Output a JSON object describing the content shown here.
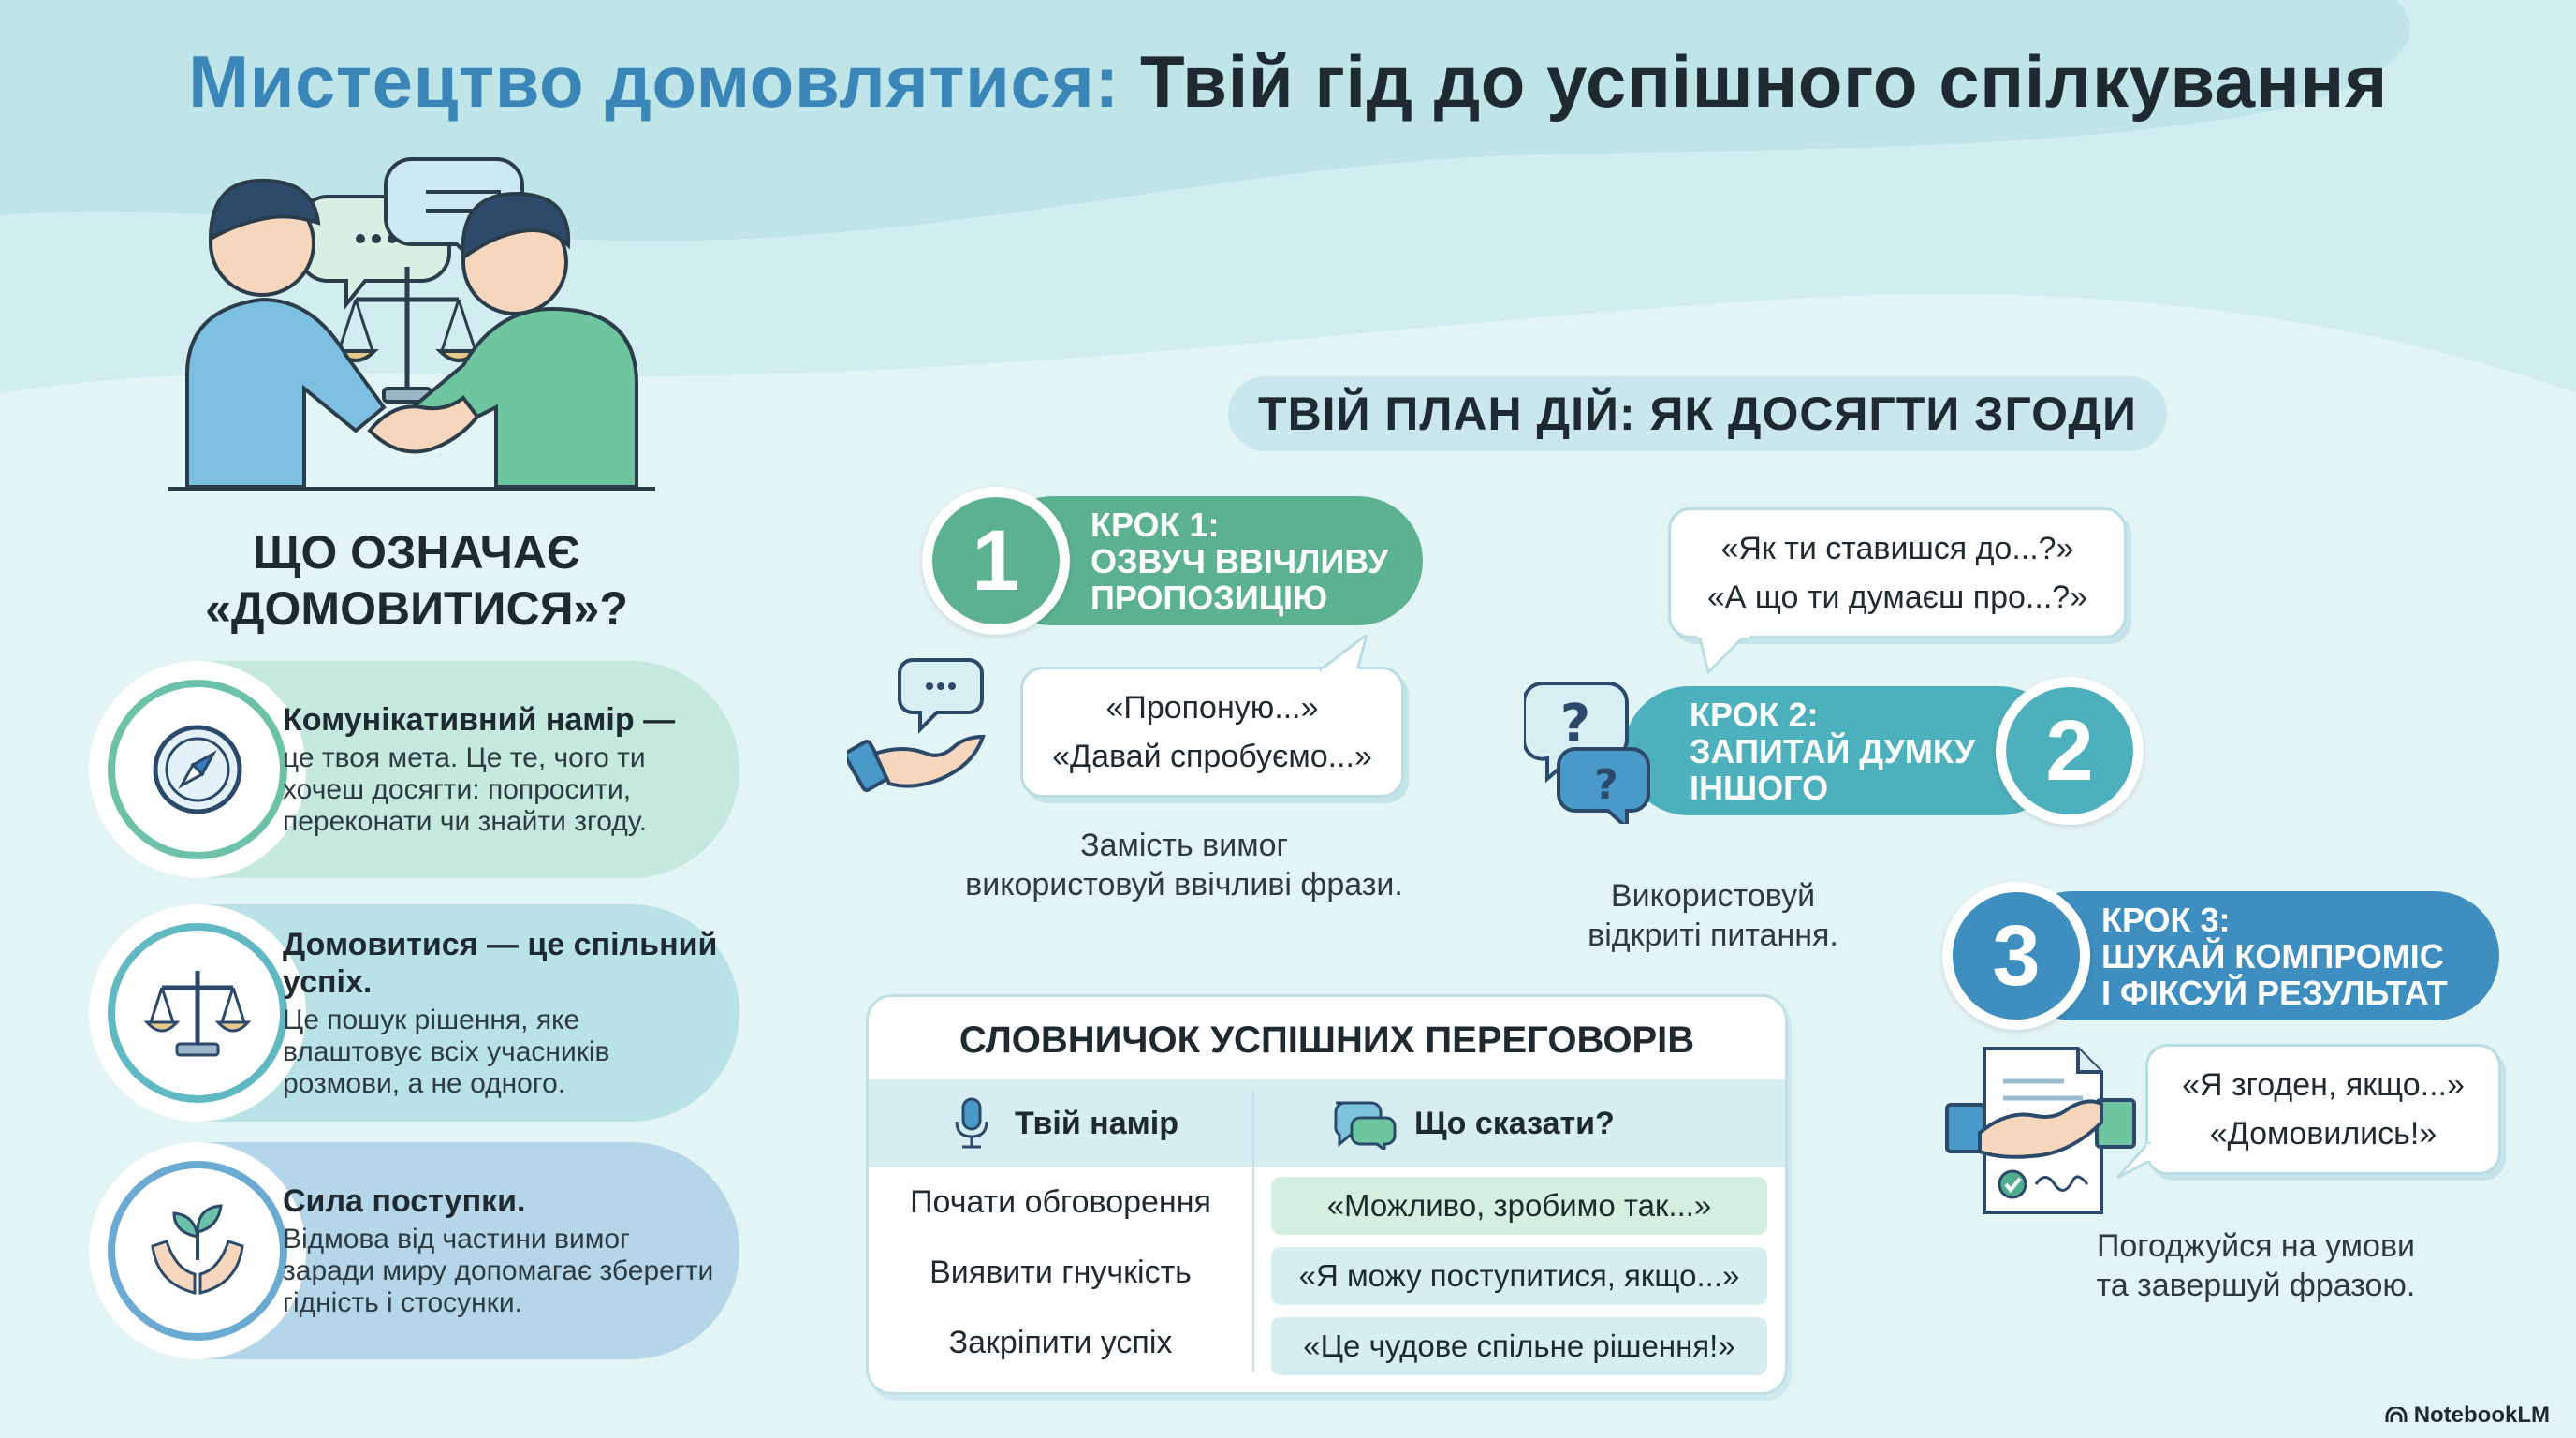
{
  "title": {
    "accent": "Мистецтво домовлятися:",
    "rest": "Твій гід до успішного спілкування"
  },
  "definition": {
    "heading_line1": "ЩО ОЗНАЧАЄ",
    "heading_line2": "«ДОМОВИТИСЯ»?",
    "cards": [
      {
        "title": "Комунікативний намір —",
        "text": "це твоя мета. Це те, чого ти хочеш досягти: попросити, переконати чи знайти згоду.",
        "icon": "compass-icon",
        "bg": "#c5e9dc",
        "ring": "#6cc2a8"
      },
      {
        "title": "Домовитися — це спільний успіх.",
        "text": "Це пошук рішення, яке влаштовує всіх учасників розмови, а не одного.",
        "icon": "scales-icon",
        "bg": "#b9e2e6",
        "ring": "#5fb8c2"
      },
      {
        "title": "Сила поступки.",
        "text": "Відмова від частини вимог заради миру допомагає зберегти гідність і стосунки.",
        "icon": "hands-plant-icon",
        "bg": "#b4d6e8",
        "ring": "#6aaad3"
      }
    ]
  },
  "plan": {
    "heading": "ТВІЙ ПЛАН ДІЙ: ЯК ДОСЯГТИ ЗГОДИ",
    "steps": [
      {
        "number": "1",
        "line1": "КРОК 1:",
        "line2": "ОЗВУЧ ВВІЧЛИВУ",
        "line3": "ПРОПОЗИЦІЮ",
        "color": "#5bb190",
        "phrases": [
          "«Пропоную...»",
          "«Давай спробуємо...»"
        ],
        "caption1": "Замість вимог",
        "caption2": "використовуй ввічливі фрази."
      },
      {
        "number": "2",
        "line1": "КРОК 2:",
        "line2": "ЗАПИТАЙ ДУМКУ",
        "line3": "ІНШОГО",
        "color": "#4db0bd",
        "phrases": [
          "«Як ти ставишся до...?»",
          "«А що ти думаєш про...?»"
        ],
        "caption1": "Використовуй",
        "caption2": "відкриті питання."
      },
      {
        "number": "3",
        "line1": "КРОК 3:",
        "line2": "ШУКАЙ КОМПРОМІС",
        "line3": "І ФІКСУЙ РЕЗУЛЬТАТ",
        "color": "#3e8fbf",
        "phrases": [
          "«Я згоден, якщо...»",
          "«Домовились!»"
        ],
        "caption1": "Погоджуйся на умови",
        "caption2": "та завершуй фразою."
      }
    ]
  },
  "vocab": {
    "title": "СЛОВНИЧОК УСПІШНИХ ПЕРЕГОВОРІВ",
    "col1": "Твій намір",
    "col2": "Що сказати?",
    "rows": [
      {
        "intent": "Почати обговорення",
        "phrase": "«Можливо, зробимо так...»",
        "bg": "#d4efdf"
      },
      {
        "intent": "Виявити гнучкість",
        "phrase": "«Я можу поступитися, якщо...»",
        "bg": "#d6eef2"
      },
      {
        "intent": "Закріпити успіх",
        "phrase": "«Це чудове спільне рішення!»",
        "bg": "#d6eef2"
      }
    ]
  },
  "brand": "NotebookLM"
}
